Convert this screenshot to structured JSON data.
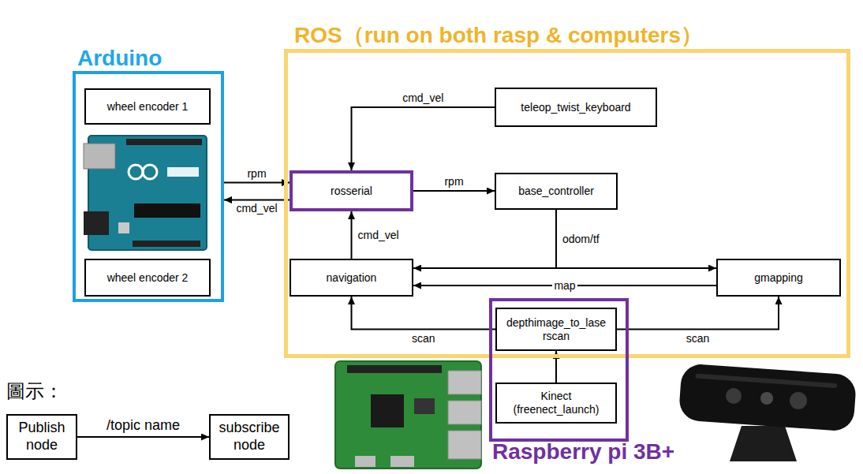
{
  "diagram": {
    "nodes": [
      {
        "text": [
          "ROS（run on both rasp & computers）"
        ]
      },
      {
        "text": [
          "Arduino"
        ]
      },
      {
        "text": [
          "wheel encoder 1"
        ],
        "in": 1
      },
      {
        "text": [
          "wheel encoder 2"
        ],
        "in": 1
      },
      {
        "text": [
          "rosserial"
        ],
        "in": 0
      },
      {
        "text": [
          "teleop_twist_keyboard"
        ],
        "in": 0
      },
      {
        "text": [
          "base_controller"
        ],
        "in": 0
      },
      {
        "text": [
          "navigation"
        ],
        "in": 0
      },
      {
        "text": [
          "gmapping"
        ],
        "in": 0
      },
      {
        "text": [
          "Raspberry pi 3B+"
        ]
      },
      {
        "text": [
          "depthimage_to_lase rscan"
        ],
        "in": 9
      },
      {
        "text": [
          "Kinect (freenect_launch)"
        ],
        "in": 9
      },
      {
        "text": [
          "Publish node"
        ]
      },
      {
        "text": [
          "subscribe node"
        ]
      }
    ],
    "edges": [
      {
        "from": 1,
        "to": 4,
        "label": "rpm",
        "arrow": "to"
      },
      {
        "from": 4,
        "to": 1,
        "label": "cmd_vel",
        "arrow": "to"
      },
      {
        "from": 5,
        "to": 4,
        "label": "cmd_vel",
        "arrow": "to"
      },
      {
        "from": 4,
        "to": 6,
        "label": "rpm",
        "arrow": "to"
      },
      {
        "from": 7,
        "to": 4,
        "label": "cmd_vel",
        "arrow": "to"
      },
      {
        "from": 6,
        "to": 7,
        "label": "odom/tf",
        "arrow": "to"
      },
      {
        "from": 6,
        "to": 8,
        "arrow": "to"
      },
      {
        "from": 8,
        "to": 7,
        "label": "map",
        "arrow": "to"
      },
      {
        "from": 10,
        "to": 7,
        "label": "scan",
        "arrow": "to"
      },
      {
        "from": 10,
        "to": 8,
        "label": "scan",
        "arrow": "to"
      },
      {
        "from": 11,
        "to": 10,
        "arrow": "to"
      },
      {
        "from": 12,
        "to": 13,
        "label": "/topic name",
        "arrow": "to"
      }
    ],
    "labels": [
      "圖示："
    ]
  }
}
